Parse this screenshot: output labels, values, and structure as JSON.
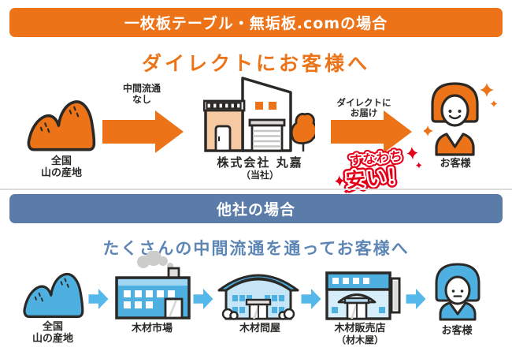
{
  "colors": {
    "orange": "#ec7318",
    "peach": "#f6c9a3",
    "outline": "#2b2926",
    "banner_blue": "#5b7ca9",
    "headline_blue": "#5d86b5",
    "flow_blue": "#4eafe1",
    "flow_blue_light": "#c6e6f8",
    "arrow_blue": "#55b8ea",
    "badge_red": "#e50019"
  },
  "icons": {
    "mountain-icon": "two-hump mountain (timber source)",
    "company-building-icon": "warehouse office of Maruyoshi",
    "factory-icon": "lumber market building with chimney and smoke",
    "dome-warehouse-icon": "arched-roof lumber wholesaler",
    "shop-icon": "lumber retail store with signboard",
    "customer-icon": "female customer bust",
    "arrow-icon": "flow direction arrow",
    "sparkle-icon": "four-point sparkle"
  },
  "top_section": {
    "banner": "一枚板テーブル・無垢板.comの場合",
    "headline": "ダイレクトにお客様へ",
    "source_label1": "全国",
    "source_label2": "山の産地",
    "arrow1_label1": "中間流通",
    "arrow1_label2": "なし",
    "company_label": "株式会社 丸嘉",
    "company_sublabel": "（当社）",
    "arrow2_label1": "ダイレクトに",
    "arrow2_label2": "お届け",
    "badge_line1": "すなわち",
    "badge_line2": "安い！",
    "customer_label": "お客様"
  },
  "bottom_section": {
    "banner": "他社の場合",
    "headline": "たくさんの中間流通を通ってお客様へ",
    "source_label1": "全国",
    "source_label2": "山の産地",
    "market_label": "木材市場",
    "wholesaler_label": "木材問屋",
    "retailer_label1": "木材販売店",
    "retailer_label2": "（材木屋）",
    "customer_label": "お客様"
  }
}
